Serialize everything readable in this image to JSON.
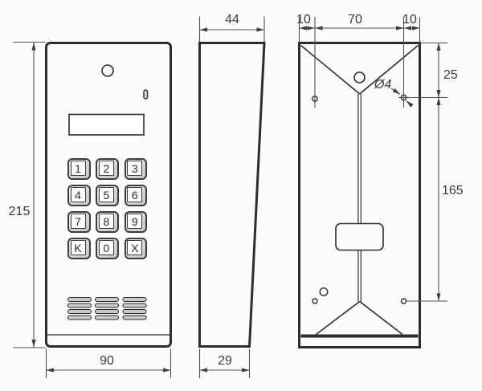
{
  "drawing": {
    "title": "door-entry-panel-dimensional-drawing",
    "colors": {
      "background": "#fcfcfc",
      "object_line": "#2d2d2d",
      "dimension_line": "#4f4f4f",
      "text": "#3a3a3a",
      "grille_fill": "#c9c9c9"
    },
    "views": {
      "front": {
        "keypad_keys": [
          "1",
          "2",
          "3",
          "4",
          "5",
          "6",
          "7",
          "8",
          "9",
          "K",
          "0",
          "X"
        ],
        "height_mm": "215",
        "width_mm": "90"
      },
      "side": {
        "top_depth_mm": "44",
        "bottom_depth_mm": "29"
      },
      "back": {
        "top_margin_left_mm": "10",
        "top_center_mm": "70",
        "top_margin_right_mm": "10",
        "hole_top_offset_mm": "25",
        "hole_vertical_span_mm": "165",
        "hole_diameter_label": "Ø4"
      }
    }
  }
}
